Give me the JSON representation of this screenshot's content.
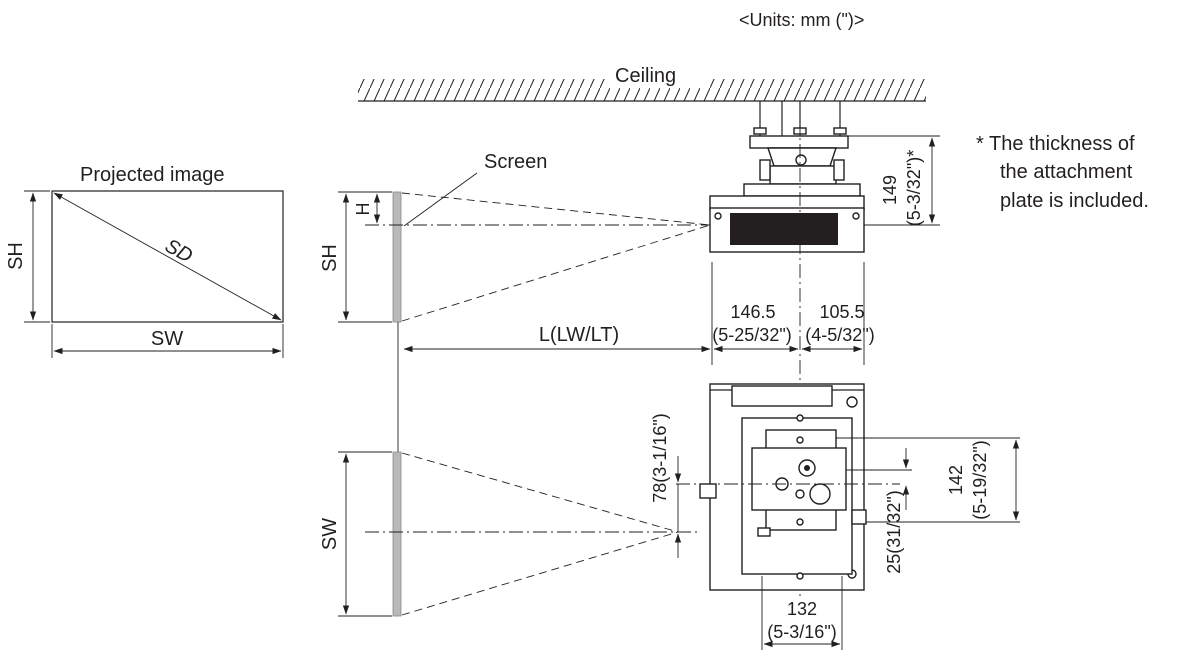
{
  "units": "<Units: mm (\")>",
  "ceiling": "Ceiling",
  "projected_image": {
    "title": "Projected image",
    "sh": "SH",
    "sw": "SW",
    "sd": "SD"
  },
  "side_view": {
    "screen": "Screen",
    "h": "H",
    "sh": "SH",
    "distance": "L(LW/LT)"
  },
  "top_view": {
    "sw": "SW"
  },
  "dims": {
    "d149": "149",
    "d149_in": "(5-3/32\")*",
    "d146": "146.5",
    "d146_in": "(5-25/32\")",
    "d105": "105.5",
    "d105_in": "(4-5/32\")",
    "d78": "78(3-1/16\")",
    "d142": "142",
    "d142_in": "(5-19/32\")",
    "d25": "25(31/32\")",
    "d132": "132",
    "d132_in": "(5-3/16\")"
  },
  "note": {
    "line1": "* The thickness of",
    "line2": "the attachment",
    "line3": "plate is included."
  }
}
